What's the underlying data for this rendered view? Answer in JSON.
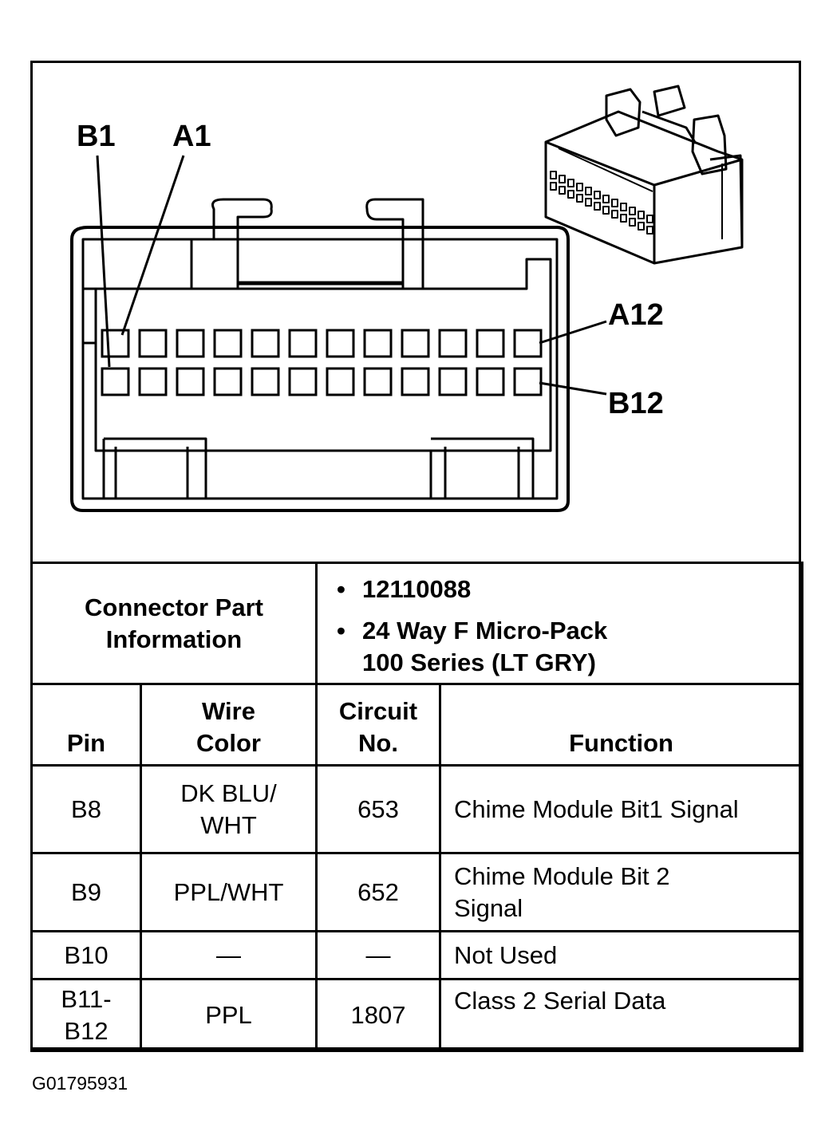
{
  "diagram": {
    "labels": {
      "b1": "B1",
      "a1": "A1",
      "a12": "A12",
      "b12": "B12"
    },
    "rows": [
      "A",
      "B"
    ],
    "cavities_per_row": 12
  },
  "part_info": {
    "heading_line1": "Connector Part",
    "heading_line2": "Information",
    "items": [
      {
        "bullet": "•",
        "lines": [
          "12110088"
        ]
      },
      {
        "bullet": "•",
        "lines": [
          "24 Way F Micro-Pack",
          "100 Series (LT GRY)"
        ]
      }
    ]
  },
  "table": {
    "headers": {
      "pin": "Pin",
      "wire_color_1": "Wire",
      "wire_color_2": "Color",
      "circuit_1": "Circuit",
      "circuit_2": "No.",
      "function": "Function"
    },
    "rows": [
      {
        "pin_1": "B8",
        "pin_2": "",
        "wire_1": "DK BLU/",
        "wire_2": "WHT",
        "circuit": "653",
        "function_1": "Chime Module Bit1 Signal",
        "function_2": ""
      },
      {
        "pin_1": "B9",
        "pin_2": "",
        "wire_1": "PPL/WHT",
        "wire_2": "",
        "circuit": "652",
        "function_1": "Chime Module Bit 2",
        "function_2": "Signal"
      },
      {
        "pin_1": "B10",
        "pin_2": "",
        "wire_1": "—",
        "wire_2": "",
        "circuit": "—",
        "function_1": "Not Used",
        "function_2": ""
      },
      {
        "pin_1": "B11-",
        "pin_2": "B12",
        "wire_1": "PPL",
        "wire_2": "",
        "circuit": "1807",
        "function_1": "Class 2 Serial Data",
        "function_2": ""
      }
    ]
  },
  "figure_code": "G01795931"
}
